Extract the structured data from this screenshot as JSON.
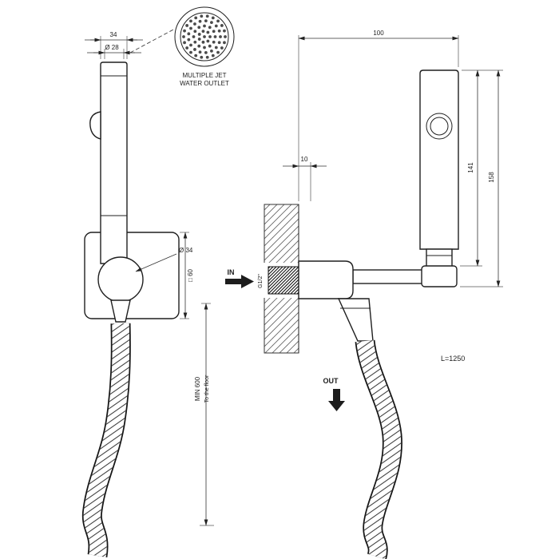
{
  "detail_callout": {
    "line1": "MULTIPLE JET",
    "line2": "WATER OUTLET"
  },
  "dims": {
    "body_width": "34",
    "head_diameter": "Ø 28",
    "holder_diameter": "Ø 34",
    "plate_square": "□ 60",
    "min_height": "MIN 600",
    "min_height_note": "To the floor",
    "depth": "100",
    "wall_offset": "10",
    "height_to_holder": "141",
    "height_total": "158",
    "inlet": "IN",
    "outlet": "OUT",
    "thread": "G1/2\"",
    "hose_length": "L=1250"
  },
  "colors": {
    "line": "#1f1f1f",
    "background": "#ffffff"
  }
}
